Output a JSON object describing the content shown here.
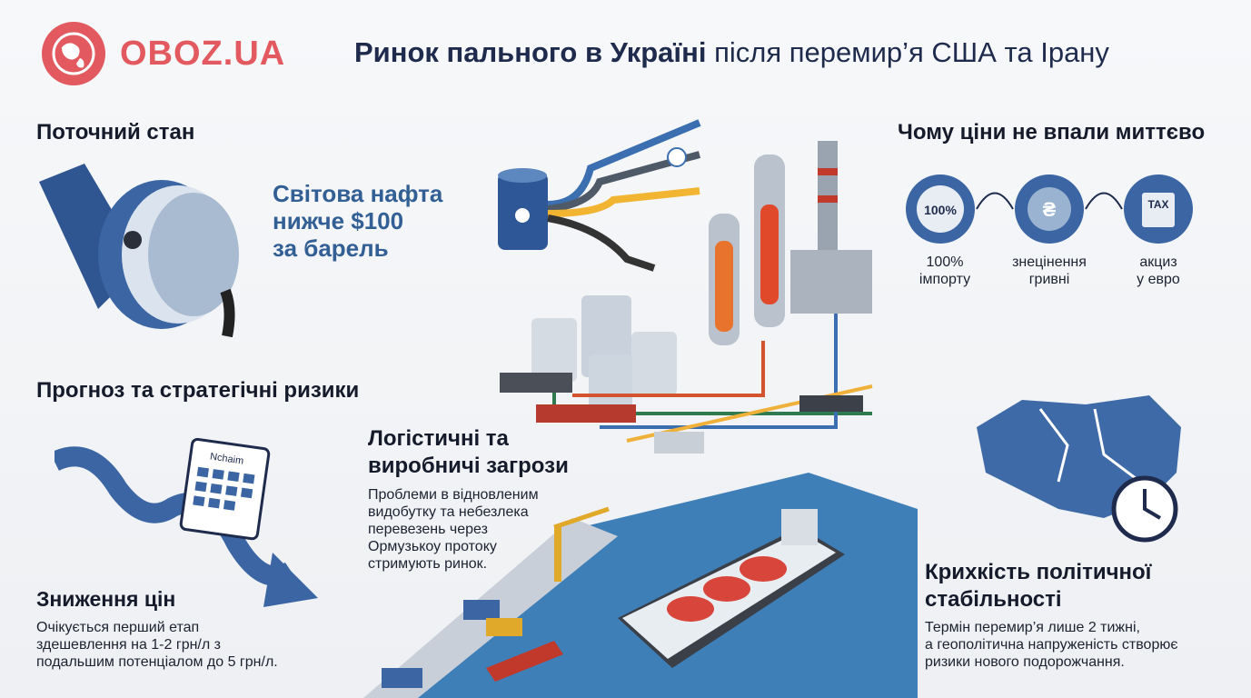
{
  "brand": {
    "name": "OBOZ.UA"
  },
  "header": {
    "title_bold": "Ринок пального в Україні",
    "title_rest": " після перемир’я США та Ірану"
  },
  "current_state": {
    "heading": "Поточний стан",
    "highlight_lines": [
      "Світова нафта",
      "нижче $100",
      "за барель"
    ]
  },
  "why_prices": {
    "heading": "Чому ціни не впали миттєво",
    "items": [
      {
        "badge": "100%",
        "label_lines": [
          "100%",
          "імпорту"
        ],
        "icon": "percent-globe-icon"
      },
      {
        "badge": "₴",
        "label_lines": [
          "знецінення",
          "гривні"
        ],
        "icon": "hryvnia-coin-icon"
      },
      {
        "badge": "TAX",
        "label_lines": [
          "акциз",
          "у евро"
        ],
        "icon": "tax-stamp-icon"
      }
    ]
  },
  "forecast": {
    "heading": "Прогноз та стратегічні ризики",
    "calendar_text": "Nchaim"
  },
  "price_drop": {
    "heading": "Зниження цін",
    "text_lines": [
      "Очікується перший етап",
      "здешевлення на 1-2 грн/л з",
      "подальшим потенціалом до 5 грн/л."
    ]
  },
  "logistics": {
    "heading_lines": [
      "Логістичні та",
      "виробничі загрози"
    ],
    "text_lines": [
      "Проблеми в відновленим",
      "видобутку та небезлека",
      "перевезень через",
      "Ормузькоу протоку",
      "стримують ринок."
    ]
  },
  "political": {
    "heading_lines": [
      "Крихкість політичної",
      "стабільності"
    ],
    "text_lines": [
      "Термін перемир’я лише 2 тижні,",
      "а геополітична напруженість створює",
      "ризики нового подорожчання."
    ]
  },
  "colors": {
    "brand_red": "#e25a5f",
    "navy": "#1e2b4c",
    "accent_blue": "#325f94",
    "map_blue": "#3f6aa8",
    "sea": "#3f7fb8"
  }
}
